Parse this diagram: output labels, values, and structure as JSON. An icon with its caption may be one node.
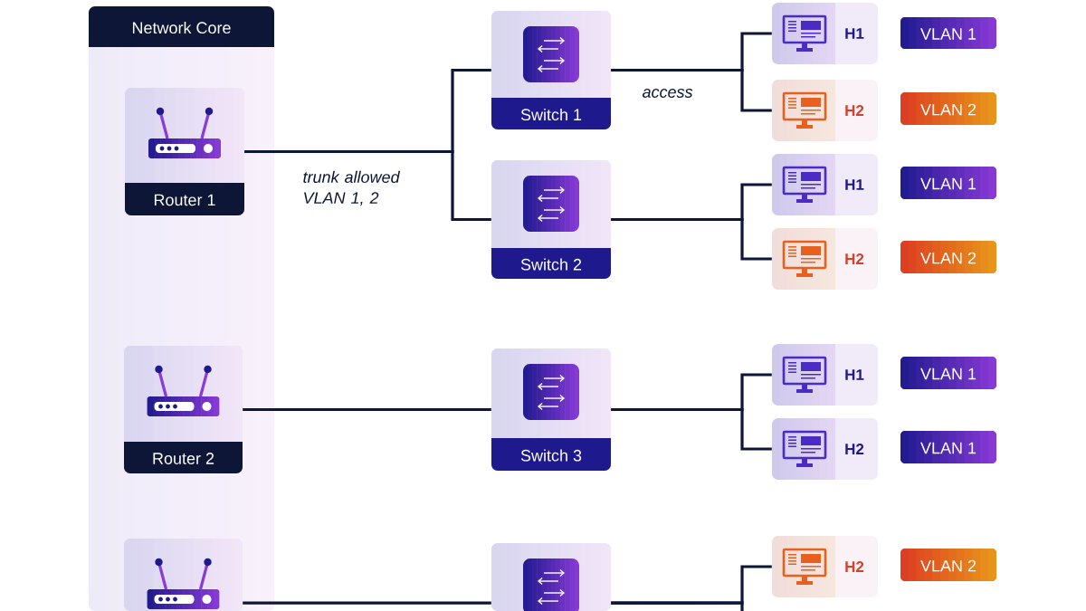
{
  "diagram": {
    "nodes": [
      {
        "text": [
          "Network Core"
        ]
      },
      {
        "text": [
          "Router 1"
        ],
        "in": 0
      },
      {
        "text": [
          "Router 2"
        ],
        "in": 0
      },
      {
        "text": [],
        "shape": "box",
        "in": 0
      },
      {
        "text": [
          "Switch 1"
        ]
      },
      {
        "text": [
          "Switch 2"
        ]
      },
      {
        "text": [
          "Switch 3"
        ]
      },
      {
        "text": [],
        "shape": "box"
      },
      {
        "text": [
          "H1"
        ]
      },
      {
        "text": [
          "H2"
        ]
      },
      {
        "text": [
          "H1"
        ]
      },
      {
        "text": [
          "H2"
        ]
      },
      {
        "text": [
          "H1"
        ]
      },
      {
        "text": [
          "H2"
        ]
      },
      {
        "text": [
          "H2"
        ]
      },
      {
        "text": [
          "VLAN 1"
        ]
      },
      {
        "text": [
          "VLAN 2"
        ]
      },
      {
        "text": [
          "VLAN 1"
        ]
      },
      {
        "text": [
          "VLAN 2"
        ]
      },
      {
        "text": [
          "VLAN 1"
        ]
      },
      {
        "text": [
          "VLAN 1"
        ]
      },
      {
        "text": [
          "VLAN 2"
        ]
      }
    ],
    "edges": [
      {
        "from": 1,
        "to": 4,
        "arrow": "none",
        "label": "trunk allowed VLAN 1, 2"
      },
      {
        "from": 1,
        "to": 5,
        "arrow": "none"
      },
      {
        "from": 4,
        "to": 8,
        "arrow": "none"
      },
      {
        "from": 4,
        "to": 9,
        "arrow": "none",
        "label": "access"
      },
      {
        "from": 5,
        "to": 10,
        "arrow": "none"
      },
      {
        "from": 5,
        "to": 11,
        "arrow": "none"
      },
      {
        "from": 2,
        "to": 6,
        "arrow": "none"
      },
      {
        "from": 6,
        "to": 12,
        "arrow": "none"
      },
      {
        "from": 6,
        "to": 13,
        "arrow": "none"
      },
      {
        "from": 3,
        "to": 7,
        "arrow": "none"
      },
      {
        "from": 7,
        "to": 14,
        "arrow": "none"
      },
      {
        "from": 7,
        "to": null,
        "arrow": "none"
      }
    ]
  }
}
